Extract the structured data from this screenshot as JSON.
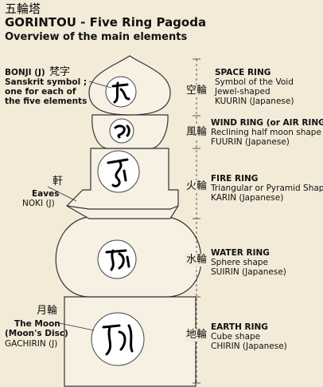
{
  "header": {
    "title_jp": "五輪塔",
    "title": "GORINTOU - Five Ring Pagoda",
    "subtitle": "Overview of the main elements"
  },
  "left_notes": {
    "bonji": {
      "title": "BONJI (J)",
      "kanji": "梵字",
      "line1": "Sanskrit symbol ;",
      "line2": "one for each of",
      "line3": "the five elements"
    },
    "eaves": {
      "kanji": "軒",
      "title": "Eaves",
      "subtitle": "NOKI (J)"
    },
    "moon": {
      "kanji": "月輪",
      "line1": "The Moon",
      "line2": "(Moon's Disc)",
      "subtitle": "GACHIRIN (J)"
    }
  },
  "rings": [
    {
      "kanji": "空輪",
      "name": "SPACE RING",
      "line1": "Symbol of the Void",
      "line2": "Jewel-shaped",
      "line3": "KUURIN (Japanese)"
    },
    {
      "kanji": "風輪",
      "name": "WIND RING (or AIR RING)",
      "line1": "Reclining half moon shape",
      "line2": "FUURIN (Japanese)"
    },
    {
      "kanji": "火輪",
      "name": "FIRE RING",
      "line1": "Triangular or Pyramid Shape",
      "line2": "KARIN (Japanese)"
    },
    {
      "kanji": "水輪",
      "name": "WATER RING",
      "line1": "Sphere shape",
      "line2": "SUIRIN (Japanese)"
    },
    {
      "kanji": "地輪",
      "name": "EARTH RING",
      "line1": "Cube shape",
      "line2": "CHIRIN (Japanese)"
    }
  ],
  "colors": {
    "background": "#f3ead8",
    "stone": "#f7f1e4",
    "ink": "#111111"
  }
}
